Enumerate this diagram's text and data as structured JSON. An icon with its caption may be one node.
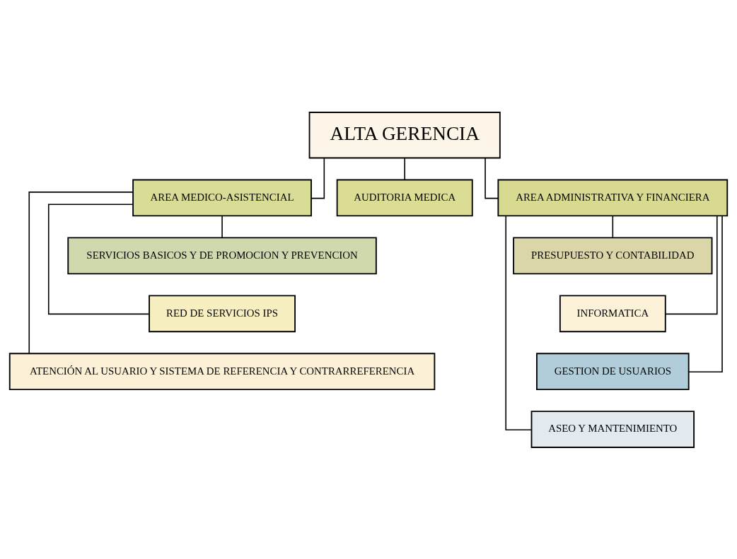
{
  "diagram": {
    "nodes": [
      {
        "text": [
          "ALTA GERENCIA"
        ]
      },
      {
        "text": [
          "AREA MEDICO-ASISTENCIAL"
        ]
      },
      {
        "text": [
          "AUDITORIA MEDICA"
        ]
      },
      {
        "text": [
          "AREA ADMINISTRATIVA Y FINANCIERA"
        ]
      },
      {
        "text": [
          "SERVICIOS BASICOS Y DE PROMOCION Y PREVENCION"
        ]
      },
      {
        "text": [
          "RED DE SERVICIOS IPS"
        ]
      },
      {
        "text": [
          "ATENCIÓN AL USUARIO Y SISTEMA DE REFERENCIA Y CONTRARREFERENCIA"
        ]
      },
      {
        "text": [
          "PRESUPUESTO Y CONTABILIDAD"
        ]
      },
      {
        "text": [
          "INFORMATICA"
        ]
      },
      {
        "text": [
          "GESTION DE USUARIOS"
        ]
      },
      {
        "text": [
          "ASEO Y MANTENIMIENTO"
        ]
      }
    ],
    "edges": [
      {
        "from": 0,
        "to": 1,
        "arrow": "none"
      },
      {
        "from": 0,
        "to": 2,
        "arrow": "none"
      },
      {
        "from": 0,
        "to": 3,
        "arrow": "none"
      },
      {
        "from": 1,
        "to": 4,
        "arrow": "none"
      },
      {
        "from": 1,
        "to": 5,
        "arrow": "none"
      },
      {
        "from": 1,
        "to": 6,
        "arrow": "none"
      },
      {
        "from": 3,
        "to": 7,
        "arrow": "none"
      },
      {
        "from": 3,
        "to": 8,
        "arrow": "none"
      },
      {
        "from": 3,
        "to": 9,
        "arrow": "none"
      },
      {
        "from": 3,
        "to": 10,
        "arrow": "none"
      }
    ]
  }
}
